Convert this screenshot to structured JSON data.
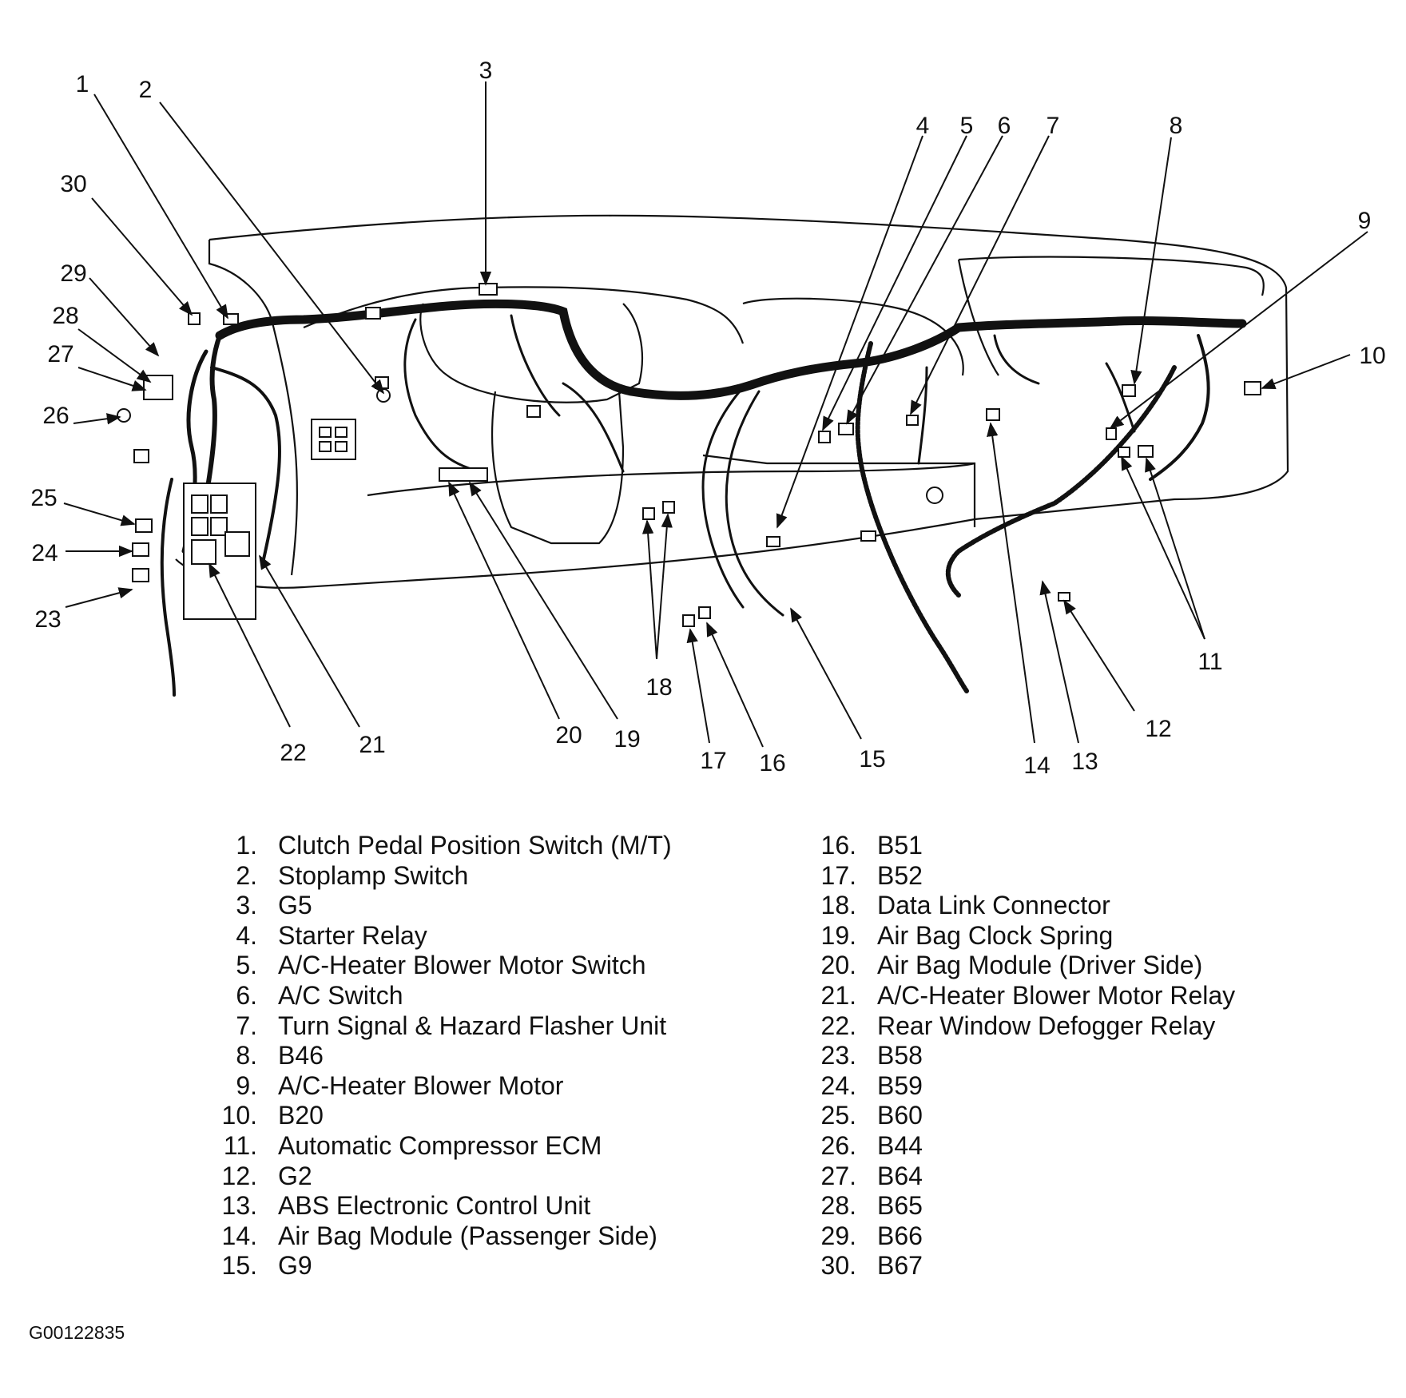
{
  "callouts": [
    {
      "num": "1"
    },
    {
      "num": "2"
    },
    {
      "num": "3"
    },
    {
      "num": "4"
    },
    {
      "num": "5"
    },
    {
      "num": "6"
    },
    {
      "num": "7"
    },
    {
      "num": "8"
    },
    {
      "num": "9"
    },
    {
      "num": "10"
    },
    {
      "num": "11"
    },
    {
      "num": "12"
    },
    {
      "num": "13"
    },
    {
      "num": "14"
    },
    {
      "num": "15"
    },
    {
      "num": "16"
    },
    {
      "num": "17"
    },
    {
      "num": "18"
    },
    {
      "num": "19"
    },
    {
      "num": "20"
    },
    {
      "num": "21"
    },
    {
      "num": "22"
    },
    {
      "num": "23"
    },
    {
      "num": "24"
    },
    {
      "num": "25"
    },
    {
      "num": "26"
    },
    {
      "num": "27"
    },
    {
      "num": "28"
    },
    {
      "num": "29"
    },
    {
      "num": "30"
    }
  ],
  "legend": [
    {
      "num": "1.",
      "label": "Clutch Pedal Position Switch (M/T)"
    },
    {
      "num": "2.",
      "label": "Stoplamp Switch"
    },
    {
      "num": "3.",
      "label": "G5"
    },
    {
      "num": "4.",
      "label": "Starter Relay"
    },
    {
      "num": "5.",
      "label": "A/C-Heater Blower Motor Switch"
    },
    {
      "num": "6.",
      "label": "A/C Switch"
    },
    {
      "num": "7.",
      "label": "Turn Signal & Hazard Flasher Unit"
    },
    {
      "num": "8.",
      "label": "B46"
    },
    {
      "num": "9.",
      "label": "A/C-Heater Blower Motor"
    },
    {
      "num": "10.",
      "label": "B20"
    },
    {
      "num": "11.",
      "label": "Automatic Compressor ECM"
    },
    {
      "num": "12.",
      "label": "G2"
    },
    {
      "num": "13.",
      "label": "ABS Electronic Control Unit"
    },
    {
      "num": "14.",
      "label": "Air Bag Module (Passenger Side)"
    },
    {
      "num": "15.",
      "label": "G9"
    },
    {
      "num": "16.",
      "label": "B51"
    },
    {
      "num": "17.",
      "label": "B52"
    },
    {
      "num": "18.",
      "label": "Data Link Connector"
    },
    {
      "num": "19.",
      "label": "Air Bag Clock Spring"
    },
    {
      "num": "20.",
      "label": "Air Bag Module (Driver Side)"
    },
    {
      "num": "21.",
      "label": "A/C-Heater Blower Motor Relay"
    },
    {
      "num": "22.",
      "label": "Rear Window Defogger Relay"
    },
    {
      "num": "23.",
      "label": "B58"
    },
    {
      "num": "24.",
      "label": "B59"
    },
    {
      "num": "25.",
      "label": "B60"
    },
    {
      "num": "26.",
      "label": "B44"
    },
    {
      "num": "27.",
      "label": "B64"
    },
    {
      "num": "28.",
      "label": "B65"
    },
    {
      "num": "29.",
      "label": "B66"
    },
    {
      "num": "30.",
      "label": "B67"
    }
  ],
  "figure_code": "G00122835"
}
